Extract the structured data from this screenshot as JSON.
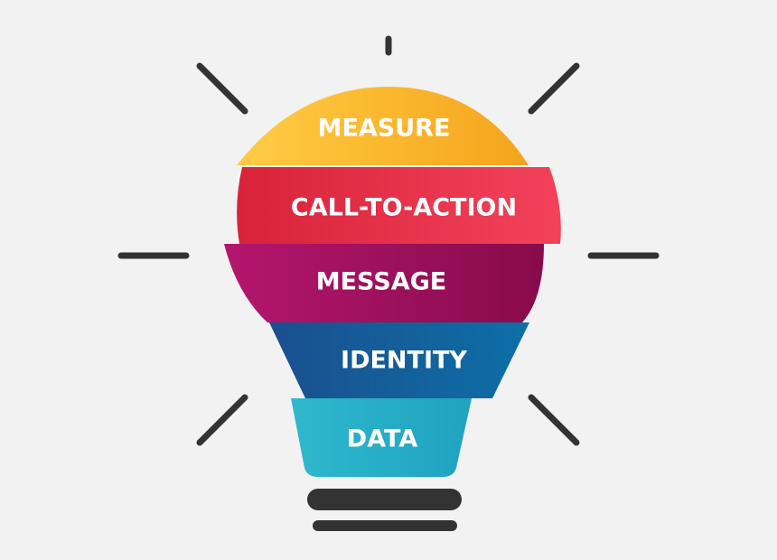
{
  "diagram": {
    "segments": [
      {
        "label": "MEASURE",
        "color_light": "#ffcc44",
        "color_dark": "#f5a41c"
      },
      {
        "label": "CALL-TO-ACTION",
        "color_light": "#d8233a",
        "color_dark": "#f2425a"
      },
      {
        "label": "MESSAGE",
        "color_light": "#b4166d",
        "color_dark": "#870b4c"
      },
      {
        "label": "IDENTITY",
        "color_light": "#1a4f8d",
        "color_dark": "#0d6fa8"
      },
      {
        "label": "DATA",
        "color_light": "#2fb8cd",
        "color_dark": "#1fa3c0"
      }
    ],
    "ray_color": "#333333",
    "base_color": "#333333"
  }
}
